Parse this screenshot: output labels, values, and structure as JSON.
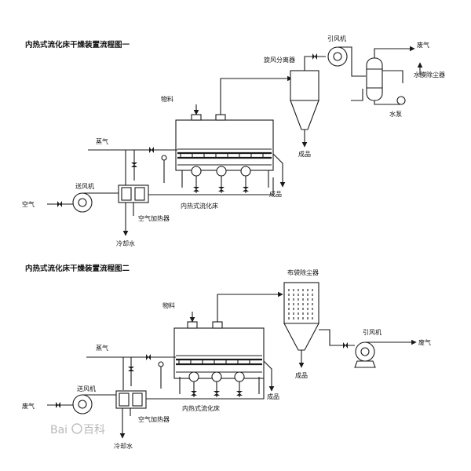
{
  "diagram1": {
    "title": "内热式流化床干燥装置流程图一",
    "labels": {
      "induced_fan": "引风机",
      "exhaust": "废气",
      "cyclone": "旋风分离器",
      "water_film_dust": "水膜除尘器",
      "water_pump": "水泵",
      "material": "物料",
      "steam": "蒸气",
      "blower": "送风机",
      "air": "空气",
      "product_cyclone": "成品",
      "product_bed": "成品",
      "bed": "内热式流化床",
      "air_heater": "空气加热器",
      "cooling_water": "冷却水"
    }
  },
  "diagram2": {
    "title": "内热式流化床干燥装置流程图二",
    "labels": {
      "bag_filter": "布袋除尘器",
      "material": "物料",
      "steam": "蒸气",
      "induced_fan": "引风机",
      "exhaust_out": "废气",
      "product_filter": "成品",
      "blower": "送风机",
      "exhaust_in": "废气",
      "product_bed": "成品",
      "bed": "内热式流化床",
      "air_heater": "空气加热器",
      "cooling_water": "冷却水"
    }
  },
  "watermark": {
    "text_latin": "Bai",
    "text_cn": "百科"
  }
}
